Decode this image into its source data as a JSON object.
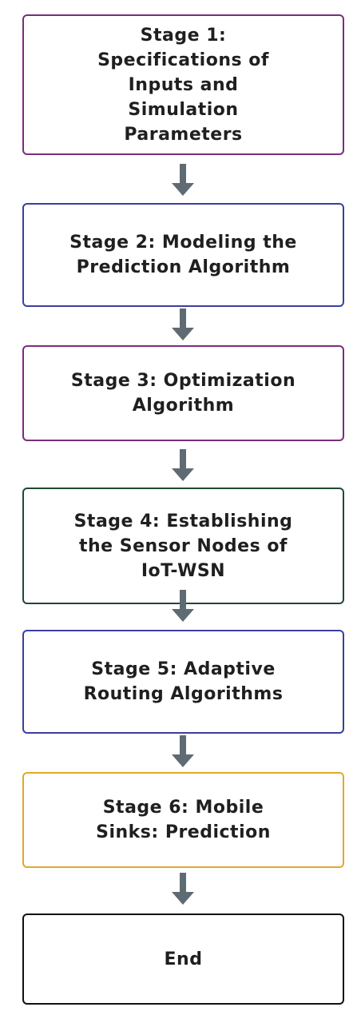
{
  "stages": [
    {
      "id": "stage-1",
      "label": "Stage 1:\nSpecifications of\nInputs and\nSimulation\nParameters",
      "color": "#7a2d7a"
    },
    {
      "id": "stage-2",
      "label": "Stage 2: Modeling the\nPrediction Algorithm",
      "color": "#3a3f9e"
    },
    {
      "id": "stage-3",
      "label": "Stage 3: Optimization\nAlgorithm",
      "color": "#7a2d7a"
    },
    {
      "id": "stage-4",
      "label": "Stage 4: Establishing\nthe Sensor Nodes of\nIoT-WSN",
      "color": "#1f4a33"
    },
    {
      "id": "stage-5",
      "label": "Stage 5: Adaptive\nRouting Algorithms",
      "color": "#3a3f9e"
    },
    {
      "id": "stage-6",
      "label": "Stage 6: Mobile\nSinks: Prediction",
      "color": "#e3a82a"
    },
    {
      "id": "end",
      "label": "End",
      "color": "#111111"
    }
  ],
  "arrow_color": "#5f6b73"
}
